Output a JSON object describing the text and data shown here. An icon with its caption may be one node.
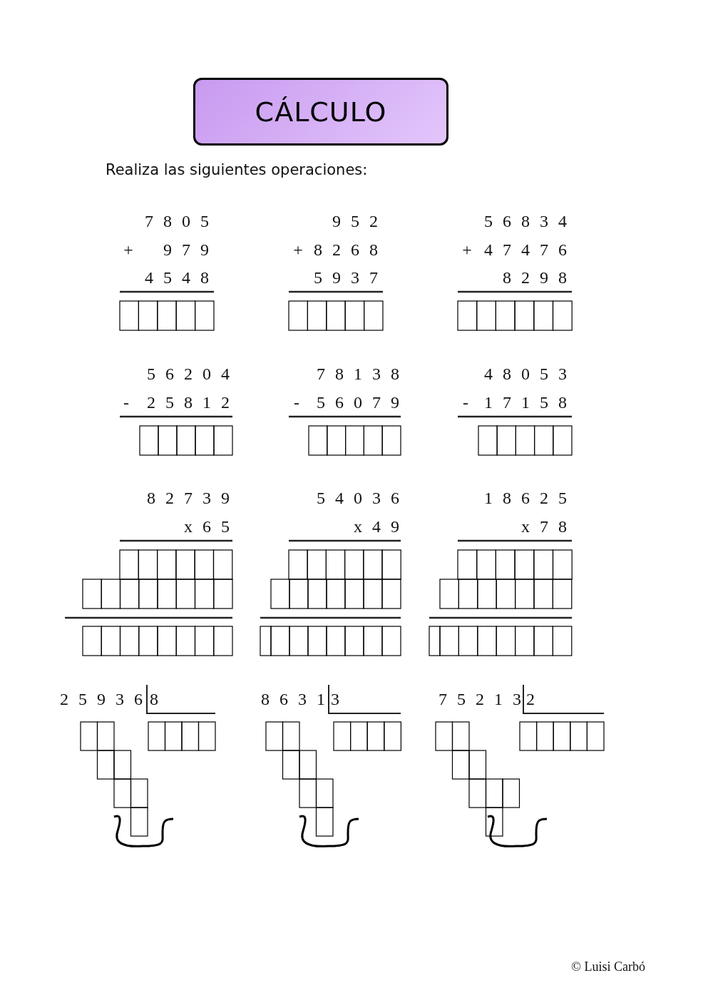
{
  "diagram": {
    "title": "CÁLCULO",
    "labels": [
      "Realiza las siguientes operaciones:",
      "7 8 0 5",
      "9 5 2",
      "5 6 8 3 4",
      "+",
      "9 7 9",
      "+",
      "8 2 6 8",
      "+",
      "4 7 4 7 6",
      "4 5 4 8",
      "5 9 3 7",
      "8 2 9 8",
      "5 6 2 0 4",
      "7 8 1 3 8",
      "4 8 0 5 3",
      "-",
      "2 5 8 1 2",
      "-",
      "5 6 0 7 9",
      "-",
      "1 7 1 5 8",
      "8 2 7 3 9",
      "5 4 0 3 6",
      "1 8 6 2 5",
      "x 6 5",
      "x 4 9",
      "x 7 8",
      "2 5 9 3 6",
      "8",
      "8 6 3 1",
      "3",
      "7 5 2 1 3",
      "2",
      "© Luisi Carbó"
    ]
  }
}
